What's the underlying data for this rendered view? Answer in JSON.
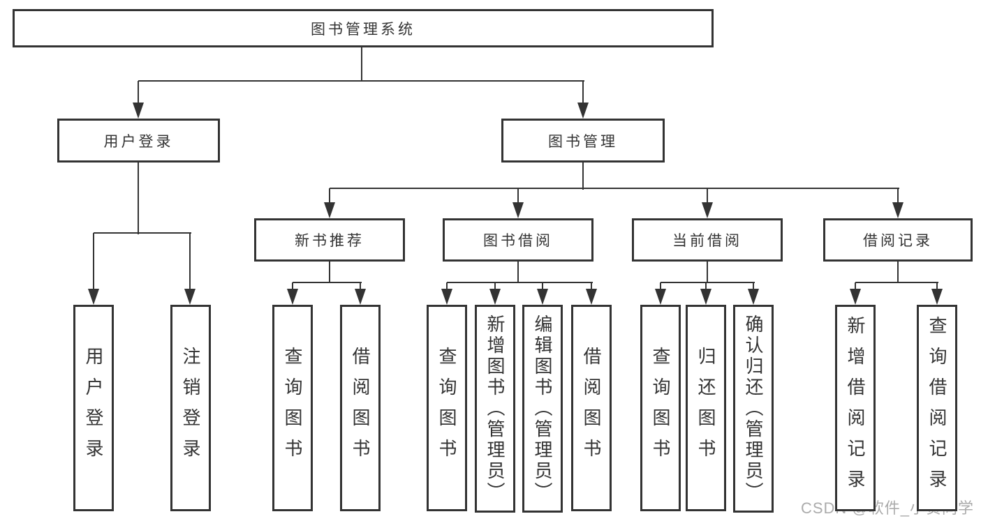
{
  "diagram": {
    "nodes": [
      {
        "id": "root",
        "label": "图书管理系统"
      },
      {
        "id": "user-login",
        "label": "用户登录"
      },
      {
        "id": "book-management",
        "label": "图书管理"
      },
      {
        "id": "new-book-recommend",
        "label": "新书推荐"
      },
      {
        "id": "book-borrow",
        "label": "图书借阅"
      },
      {
        "id": "current-borrow",
        "label": "当前借阅"
      },
      {
        "id": "borrow-records",
        "label": "借阅记录"
      },
      {
        "id": "leaf-user-login",
        "label": "用户登录"
      },
      {
        "id": "leaf-logout",
        "label": "注销登录"
      },
      {
        "id": "leaf-nb-query",
        "label": "查询图书"
      },
      {
        "id": "leaf-nb-borrow",
        "label": "借阅图书"
      },
      {
        "id": "leaf-bb-query",
        "label": "查询图书"
      },
      {
        "id": "leaf-bb-add",
        "label": "新增图书（管理员）"
      },
      {
        "id": "leaf-bb-edit",
        "label": "编辑图书（管理员）"
      },
      {
        "id": "leaf-bb-borrow",
        "label": "借阅图书"
      },
      {
        "id": "leaf-cb-query",
        "label": "查询图书"
      },
      {
        "id": "leaf-cb-return",
        "label": "归还图书"
      },
      {
        "id": "leaf-cb-confirm",
        "label": "确认归还（管理员）"
      },
      {
        "id": "leaf-br-add",
        "label": "新增借阅记录"
      },
      {
        "id": "leaf-br-query",
        "label": "查询借阅记录"
      }
    ],
    "colors": {
      "line": "#333333",
      "box_border": "#333333",
      "text": "#333333",
      "background": "#ffffff",
      "watermark": "#ababab"
    }
  },
  "watermark": {
    "text": "CSDN @软件_小贺同学"
  }
}
